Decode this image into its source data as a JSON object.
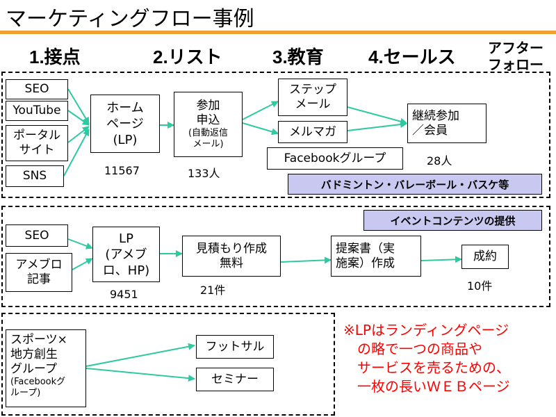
{
  "title": "マーケティングフロー事例",
  "stages": [
    "1.接点",
    "2.リスト",
    "3.教育",
    "4.セールス",
    "アフター\nフォロー"
  ],
  "section1": {
    "sources": [
      "SEO",
      "YouTube",
      "ポータル\nサイト",
      "SNS"
    ],
    "lp": "ホーム\nページ\n(LP)",
    "lp_count": "11567",
    "signup": "参加\n申込",
    "signup_sub": "(自動返信\nメール)",
    "signup_count": "133人",
    "step_mail": "ステップ\nメール",
    "mailmag": "メルマガ",
    "facebook_group": "Facebookグループ",
    "member": "継続参加\n／会員",
    "member_count": "28人",
    "band": "バドミントン・バレーボール・バスケ等"
  },
  "section2": {
    "band": "イベントコンテンツの提供",
    "sources": [
      "SEO",
      "アメブロ\n記事"
    ],
    "lp": "LP\n(アメブ\nロ、HP)",
    "lp_count": "9451",
    "estimate": "見積もり作成\n無料",
    "estimate_count": "21件",
    "proposal": "提案書（実\n施案）作成",
    "contract": "成約",
    "contract_count": "10件"
  },
  "section3": {
    "source": "スポーツ×\n地方創生\nグループ",
    "source_sub": "(Facebookグ\nループ)",
    "targets": [
      "フットサル",
      "セミナー"
    ]
  },
  "note": "※LPはランディングページ\n　の略で一つの商品や\n　サービスを売るための、\n　一枚の長いＷＥＢページ",
  "colors": {
    "accent_rule": "#f0a030",
    "arrow": "#2ec9a0",
    "band_bg": "#c8c8f0",
    "note": "#ff0000"
  }
}
